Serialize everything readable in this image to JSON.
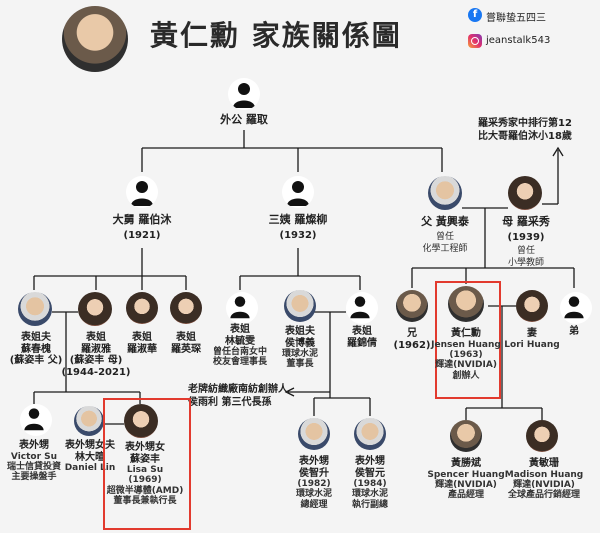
{
  "header": {
    "title": "黃仁勳 家族關係圖",
    "facebook_handle": "嘗聯蛰五四三",
    "instagram_handle": "jeanstalk543"
  },
  "nodes": {
    "grandfather": {
      "name": "外公 羅取"
    },
    "uncle": {
      "name": "大舅 羅伯沐",
      "year": "(1921)"
    },
    "aunt3": {
      "name": "三姨 羅燦柳",
      "year": "(1932)"
    },
    "father": {
      "name": "父 黃興泰",
      "role1": "曾任",
      "role2": "化學工程師"
    },
    "mother": {
      "name": "母 羅采秀",
      "year": "(1939)",
      "role1": "曾任",
      "role2": "小學教師"
    },
    "note_mother": {
      "line1": "羅采秀家中排行第12",
      "line2": "比大哥羅伯沐小18歲"
    },
    "cousin_in_law_su": {
      "line1": "表姐夫",
      "line2": "蘇春槐",
      "line3": "(蘇姿丰 父)"
    },
    "cousin_luo_shuya": {
      "line1": "表姐",
      "line2": "羅淑雅",
      "line3": "(蘇姿丰 母)",
      "line4": "(1944-2021)"
    },
    "cousin_luo_shuhua": {
      "line1": "表姐",
      "line2": "羅淑華"
    },
    "cousin_luo_yingcai": {
      "line1": "表姐",
      "line2": "羅英琛"
    },
    "cousin_lin_yuwen": {
      "line1": "表姐",
      "line2": "林毓雯",
      "line3": "曾任台南女中",
      "line4": "校友會理事長"
    },
    "cousin_in_law_hou": {
      "line1": "表姐夫",
      "line2": "侯博義",
      "line3": "環球水泥",
      "line4": "董事長"
    },
    "cousin_luo_jingqian": {
      "line1": "表姐",
      "line2": "羅錦倩"
    },
    "note_hou": {
      "line1": "老牌紡織廠南紡創辦人",
      "line2": "侯雨利 第三代長孫"
    },
    "brother_elder": {
      "line1": "兄",
      "line2": "(1962)"
    },
    "jensen": {
      "line1": "黃仁勳",
      "line2": "Jensen Huang",
      "line3": "(1963)",
      "line4": "輝達(NVIDIA)",
      "line5": "創辦人"
    },
    "wife": {
      "line1": "妻",
      "line2": "Lori Huang"
    },
    "brother_younger": {
      "line1": "弟"
    },
    "victor": {
      "line1": "表外甥",
      "line2": "Victor Su",
      "line3": "瑞士信貸投資",
      "line4": "主要操盤手"
    },
    "lin_dali": {
      "line1": "表外甥女夫",
      "line2": "林大暄",
      "line3": "Daniel Lin"
    },
    "lisa": {
      "line1": "表外甥女",
      "line2": "蘇姿丰",
      "line3": "Lisa Su",
      "line4": "(1969)",
      "line5": "超微半導體(AMD)",
      "line6": "董事長兼執行長"
    },
    "hou_zhisheng": {
      "line1": "表外甥",
      "line2": "侯智升",
      "line3": "(1982)",
      "line4": "環球水泥",
      "line5": "總經理"
    },
    "hou_zhiyuan": {
      "line1": "表外甥",
      "line2": "侯智元",
      "line3": "(1984)",
      "line4": "環球水泥",
      "line5": "執行副總"
    },
    "spencer": {
      "line1": "黃勝斌",
      "line2": "Spencer Huang",
      "line3": "輝達(NVIDIA)",
      "line4": "產品經理"
    },
    "madison": {
      "line1": "黃敏珊",
      "line2": "Madison Huang",
      "line3": "輝達(NVIDIA)",
      "line4": "全球產品行銷經理"
    }
  },
  "colors": {
    "highlight": "#e23a2e",
    "line": "#1a1a1a",
    "background": "#f4f4f4"
  }
}
